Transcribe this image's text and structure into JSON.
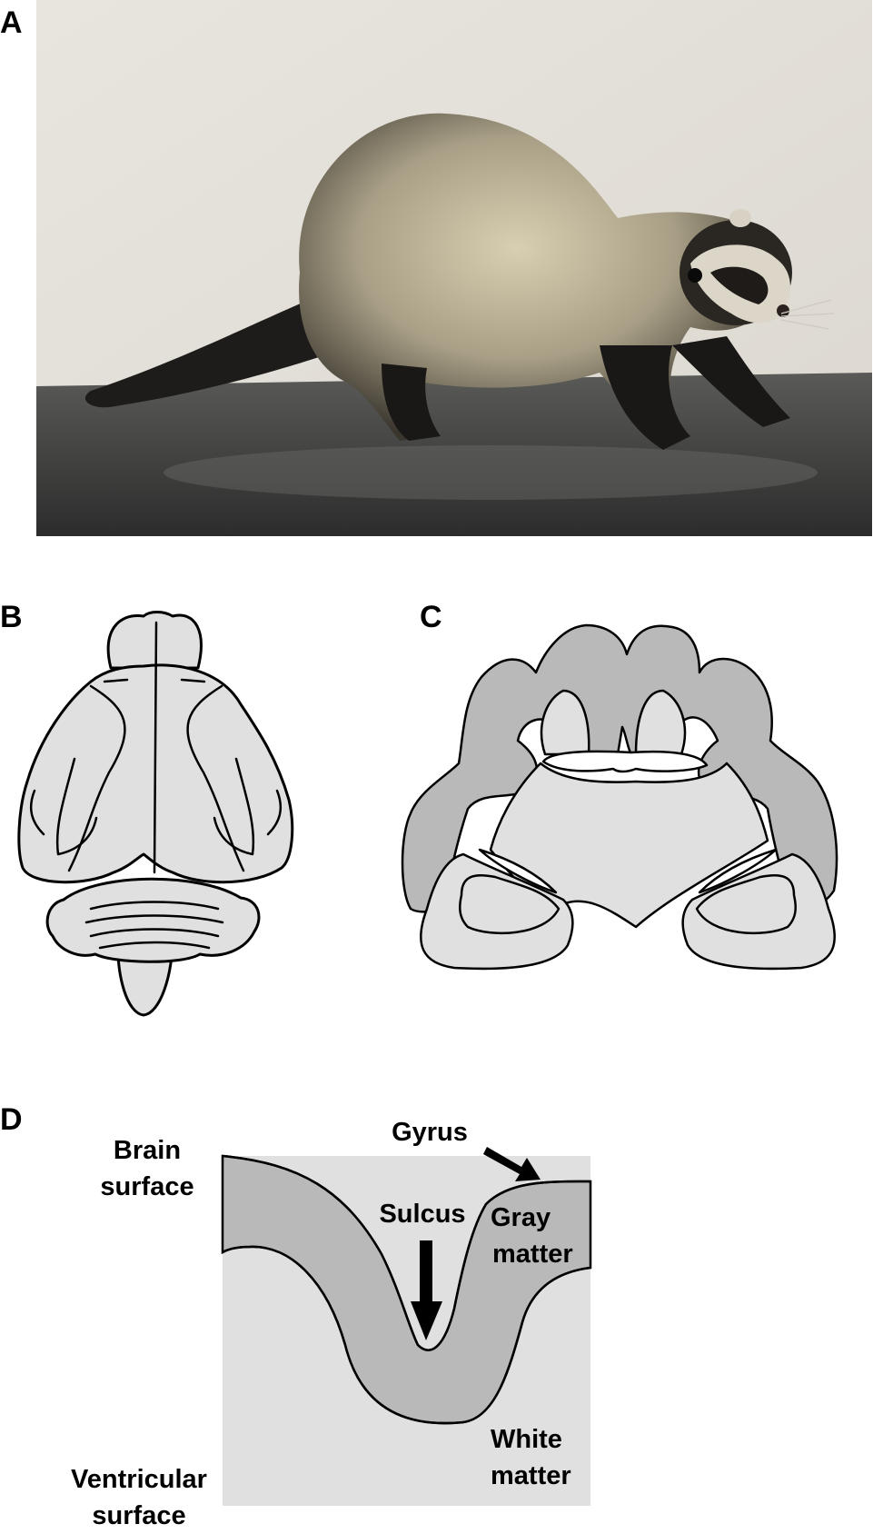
{
  "panels": {
    "a": {
      "letter": "A"
    },
    "b": {
      "letter": "B"
    },
    "c": {
      "letter": "C"
    },
    "d": {
      "letter": "D"
    }
  },
  "labels": {
    "brain_surface_1": "Brain",
    "brain_surface_2": "surface",
    "gyrus": "Gyrus",
    "sulcus": "Sulcus",
    "gray_matter_1": "Gray",
    "gray_matter_2": "matter",
    "white_matter_1": "White",
    "white_matter_2": "matter",
    "ventricular_1": "Ventricular",
    "ventricular_2": "surface"
  },
  "colors": {
    "gray_matter": "#b9b9b9",
    "white_matter": "#e0e0e0",
    "outline": "#000000",
    "wall": "#e6e2dc",
    "table": "#3a3a3a"
  }
}
